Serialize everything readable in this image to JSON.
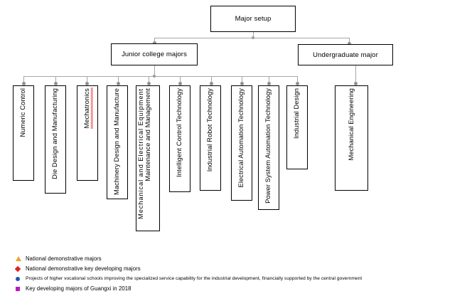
{
  "diagram": {
    "root": {
      "label": "Major setup"
    },
    "level2": [
      {
        "label": "Junior college majors"
      },
      {
        "label": "Undergraduate major"
      }
    ],
    "junior_college_majors": [
      {
        "label": "Numeric Control"
      },
      {
        "label": "Die Design and Manufacturing"
      },
      {
        "label": "Mechatronics",
        "misspelled": true
      },
      {
        "label": "Machinery Design and Manufacture"
      },
      {
        "label_line1": "Mechanical and Electrical Equipment",
        "label_line2": "Maintenance and Management"
      },
      {
        "label": "Intelligent Control Technology"
      },
      {
        "label": "Industrial Robot Technology"
      },
      {
        "label": "Electrical Automation Technology"
      },
      {
        "label": "Power System Automation Technology"
      },
      {
        "label": "Industrial Design"
      }
    ],
    "undergraduate_majors": [
      {
        "label": "Mechanical Engineering"
      }
    ]
  },
  "legend": {
    "items": [
      {
        "marker": "triangle-marker",
        "color": "#f0a030",
        "label": "National demonstrative majors"
      },
      {
        "marker": "diamond-marker",
        "color": "#e02020",
        "label": "National demonstrative key developing majors"
      },
      {
        "marker": "circle-marker",
        "color": "#2255aa",
        "label": "Projects of higher vocational schools improving the specialized service capability for the industrial development, financially supported by the central government"
      },
      {
        "marker": "square-marker",
        "color": "#c018c0",
        "label": "Key developing majors of Guangxi in 2018"
      }
    ]
  },
  "colors": {
    "connector": "#a6a6a6",
    "box_border": "#000000",
    "background": "#ffffff"
  }
}
